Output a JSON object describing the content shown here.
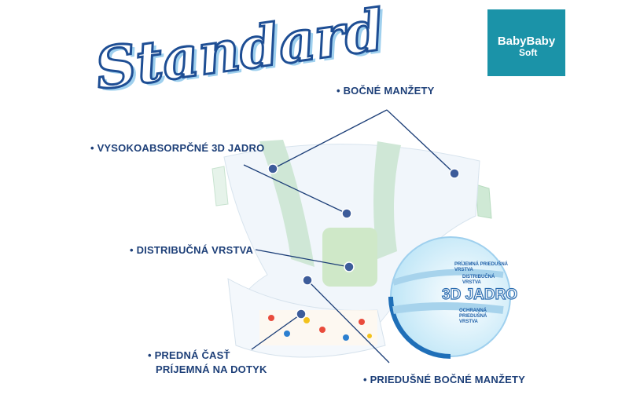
{
  "title": "Standard",
  "logo": {
    "line1": "BabyBaby",
    "line2": "Soft",
    "color": "#1b93a8"
  },
  "labels": {
    "side_cuffs": "• BOČNÉ MANŽETY",
    "core": "• VYSOKOABSORPČNÉ 3D JADRO",
    "distribution": "• DISTRIBUČNÁ VRSTVA",
    "front_line1": "• PREDNÁ ČASŤ",
    "front_line2": "PRÍJEMNÁ NA DOTYK",
    "breathable_cuffs": "• PRIEDUŠNÉ BOČNÉ MANŽETY"
  },
  "inset": {
    "top_layer": "PRÍJEMNÁ PRIEDUŠNÁ VRSTVA",
    "distribution_layer": "DISTRIBUČNÁ VRSTVA",
    "core": "3D JADRO",
    "bottom_layer": "OCHRANNÁ PRIEDUŠNÁ VRSTVA"
  },
  "colors": {
    "label": "#1d3f78",
    "accent": "#1e4e94"
  }
}
